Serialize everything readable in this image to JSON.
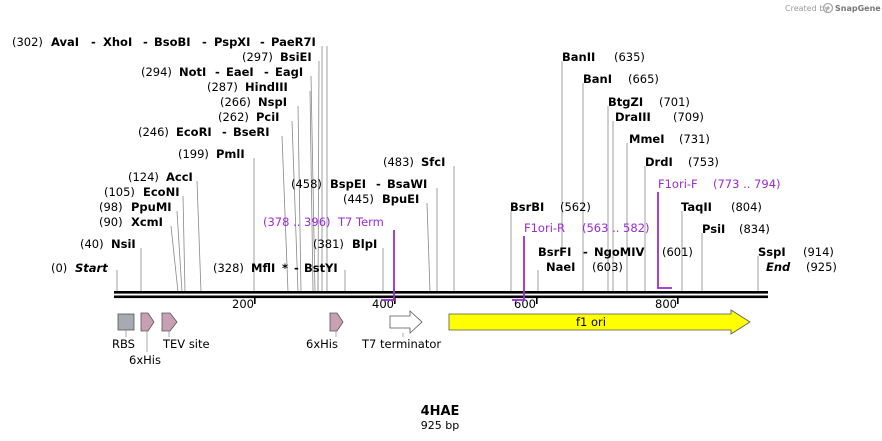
{
  "watermark": {
    "created_by": "Created by",
    "brand": "SnapGene"
  },
  "plasmid": {
    "name": "4HAE",
    "length": "925 bp"
  },
  "ticks": [
    "200",
    "400",
    "600",
    "800"
  ],
  "sites": {
    "start": {
      "pos": "(0)",
      "name": "Start"
    },
    "end": {
      "pos": "(925)",
      "name": "End"
    },
    "nsi": {
      "pos": "(40)",
      "name": "NsiI"
    },
    "xcm": {
      "pos": "(90)",
      "name": "XcmI"
    },
    "ppumi": {
      "pos": "(98)",
      "name": "PpuMI"
    },
    "econi": {
      "pos": "(105)",
      "name": "EcoNI"
    },
    "acc": {
      "pos": "(124)",
      "name": "AccI"
    },
    "pml": {
      "pos": "(199)",
      "name": "PmlI"
    },
    "ecori": {
      "pos": "(246)",
      "name": "EcoRI",
      "name2": "BseRI"
    },
    "pci": {
      "pos": "(262)",
      "name": "PciI"
    },
    "nsp": {
      "pos": "(266)",
      "name": "NspI"
    },
    "hind": {
      "pos": "(287)",
      "name": "HindIII"
    },
    "not": {
      "pos": "(294)",
      "name": "NotI",
      "name2": "EaeI",
      "name3": "EagI"
    },
    "bsie": {
      "pos": "(297)",
      "name": "BsiEI"
    },
    "ava": {
      "pos": "(302)",
      "names": [
        "AvaI",
        "XhoI",
        "BsoBI",
        "PspXI",
        "PaeR7I"
      ]
    },
    "mfl": {
      "pos": "(328)",
      "name": "MflI",
      "star": "*",
      "name2": "BstYI"
    },
    "blp": {
      "pos": "(381)",
      "name": "BlpI"
    },
    "bpue": {
      "pos": "(445)",
      "name": "BpuEI"
    },
    "bspe": {
      "pos": "(458)",
      "name": "BspEI",
      "name2": "BsaWI"
    },
    "sfc": {
      "pos": "(483)",
      "name": "SfcI"
    },
    "bsrb": {
      "pos": "(562)",
      "name": "BsrBI"
    },
    "nae": {
      "pos": "(603)",
      "name": "NaeI"
    },
    "bsrf": {
      "pos": "(601)",
      "name": "BsrFI",
      "name2": "NgoMIV"
    },
    "banii": {
      "pos": "(635)",
      "name": "BanII"
    },
    "bani": {
      "pos": "(665)",
      "name": "BanI"
    },
    "btgz": {
      "pos": "(701)",
      "name": "BtgZI"
    },
    "dra3": {
      "pos": "(709)",
      "name": "DraIII"
    },
    "mme": {
      "pos": "(731)",
      "name": "MmeI"
    },
    "drd": {
      "pos": "(753)",
      "name": "DrdI"
    },
    "taq": {
      "pos": "(804)",
      "name": "TaqII"
    },
    "psi": {
      "pos": "(834)",
      "name": "PsiI"
    },
    "ssp": {
      "pos": "(914)",
      "name": "SspI"
    }
  },
  "primers": {
    "t7term": {
      "range": "(378 .. 396)",
      "name": "T7 Term"
    },
    "f1orir": {
      "name": "F1ori-R",
      "range": "(563 .. 582)"
    },
    "f1orif": {
      "name": "F1ori-F",
      "range": "(773 .. 794)"
    }
  },
  "features": {
    "rbs": "RBS",
    "his1": "6xHis",
    "tev": "TEV site",
    "his2": "6xHis",
    "t7term": "T7 terminator",
    "f1ori": "f1 ori"
  },
  "colors": {
    "primer": "#9b2bd6",
    "f1ori": "#ffff00",
    "rbs": "#a7aab0",
    "tag": "#c9a0b3"
  }
}
